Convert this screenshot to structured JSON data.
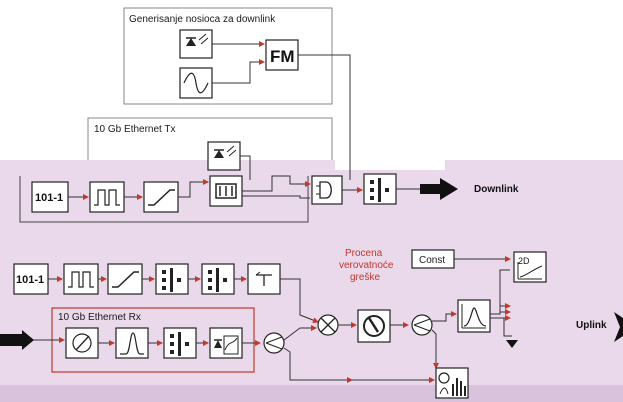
{
  "labels": {
    "carrier_group": "Generisanje nosioca za downlink",
    "tx_group": "10 Gb Ethernet Tx",
    "rx_group": "10 Gb Ethernet Rx",
    "downlink": "Downlink",
    "uplink": "Uplink",
    "fm": "FM",
    "prbs_tx": "101-1",
    "prbs_rx": "101-1",
    "const": "Const",
    "scope_2d": "2D",
    "ber_line1": "Procena",
    "ber_line2": "verovatnoće",
    "ber_line3": "greške"
  },
  "colors": {
    "background": "#ffffff",
    "panel": "#ead8eb",
    "panel_dark": "#d9c3dc",
    "frame": "#777777",
    "arrow_tip": "#c0392b",
    "ber_text": "#c0392b",
    "rx_frame": "#c0392b"
  },
  "icons": [
    "laser-icon",
    "sine-icon",
    "prbs-icon",
    "nrz-pulse-icon",
    "filter-ramp-icon",
    "modulator-icon",
    "coupler-icon",
    "splitter-icon",
    "fiber-spool-icon",
    "photodiode-icon",
    "clock-icon",
    "multiplier-icon",
    "attenuator-icon",
    "eye-icon",
    "spectrum-icon",
    "histogram-icon",
    "scope-2d-icon",
    "ground-icon",
    "big-arrow-icon"
  ]
}
